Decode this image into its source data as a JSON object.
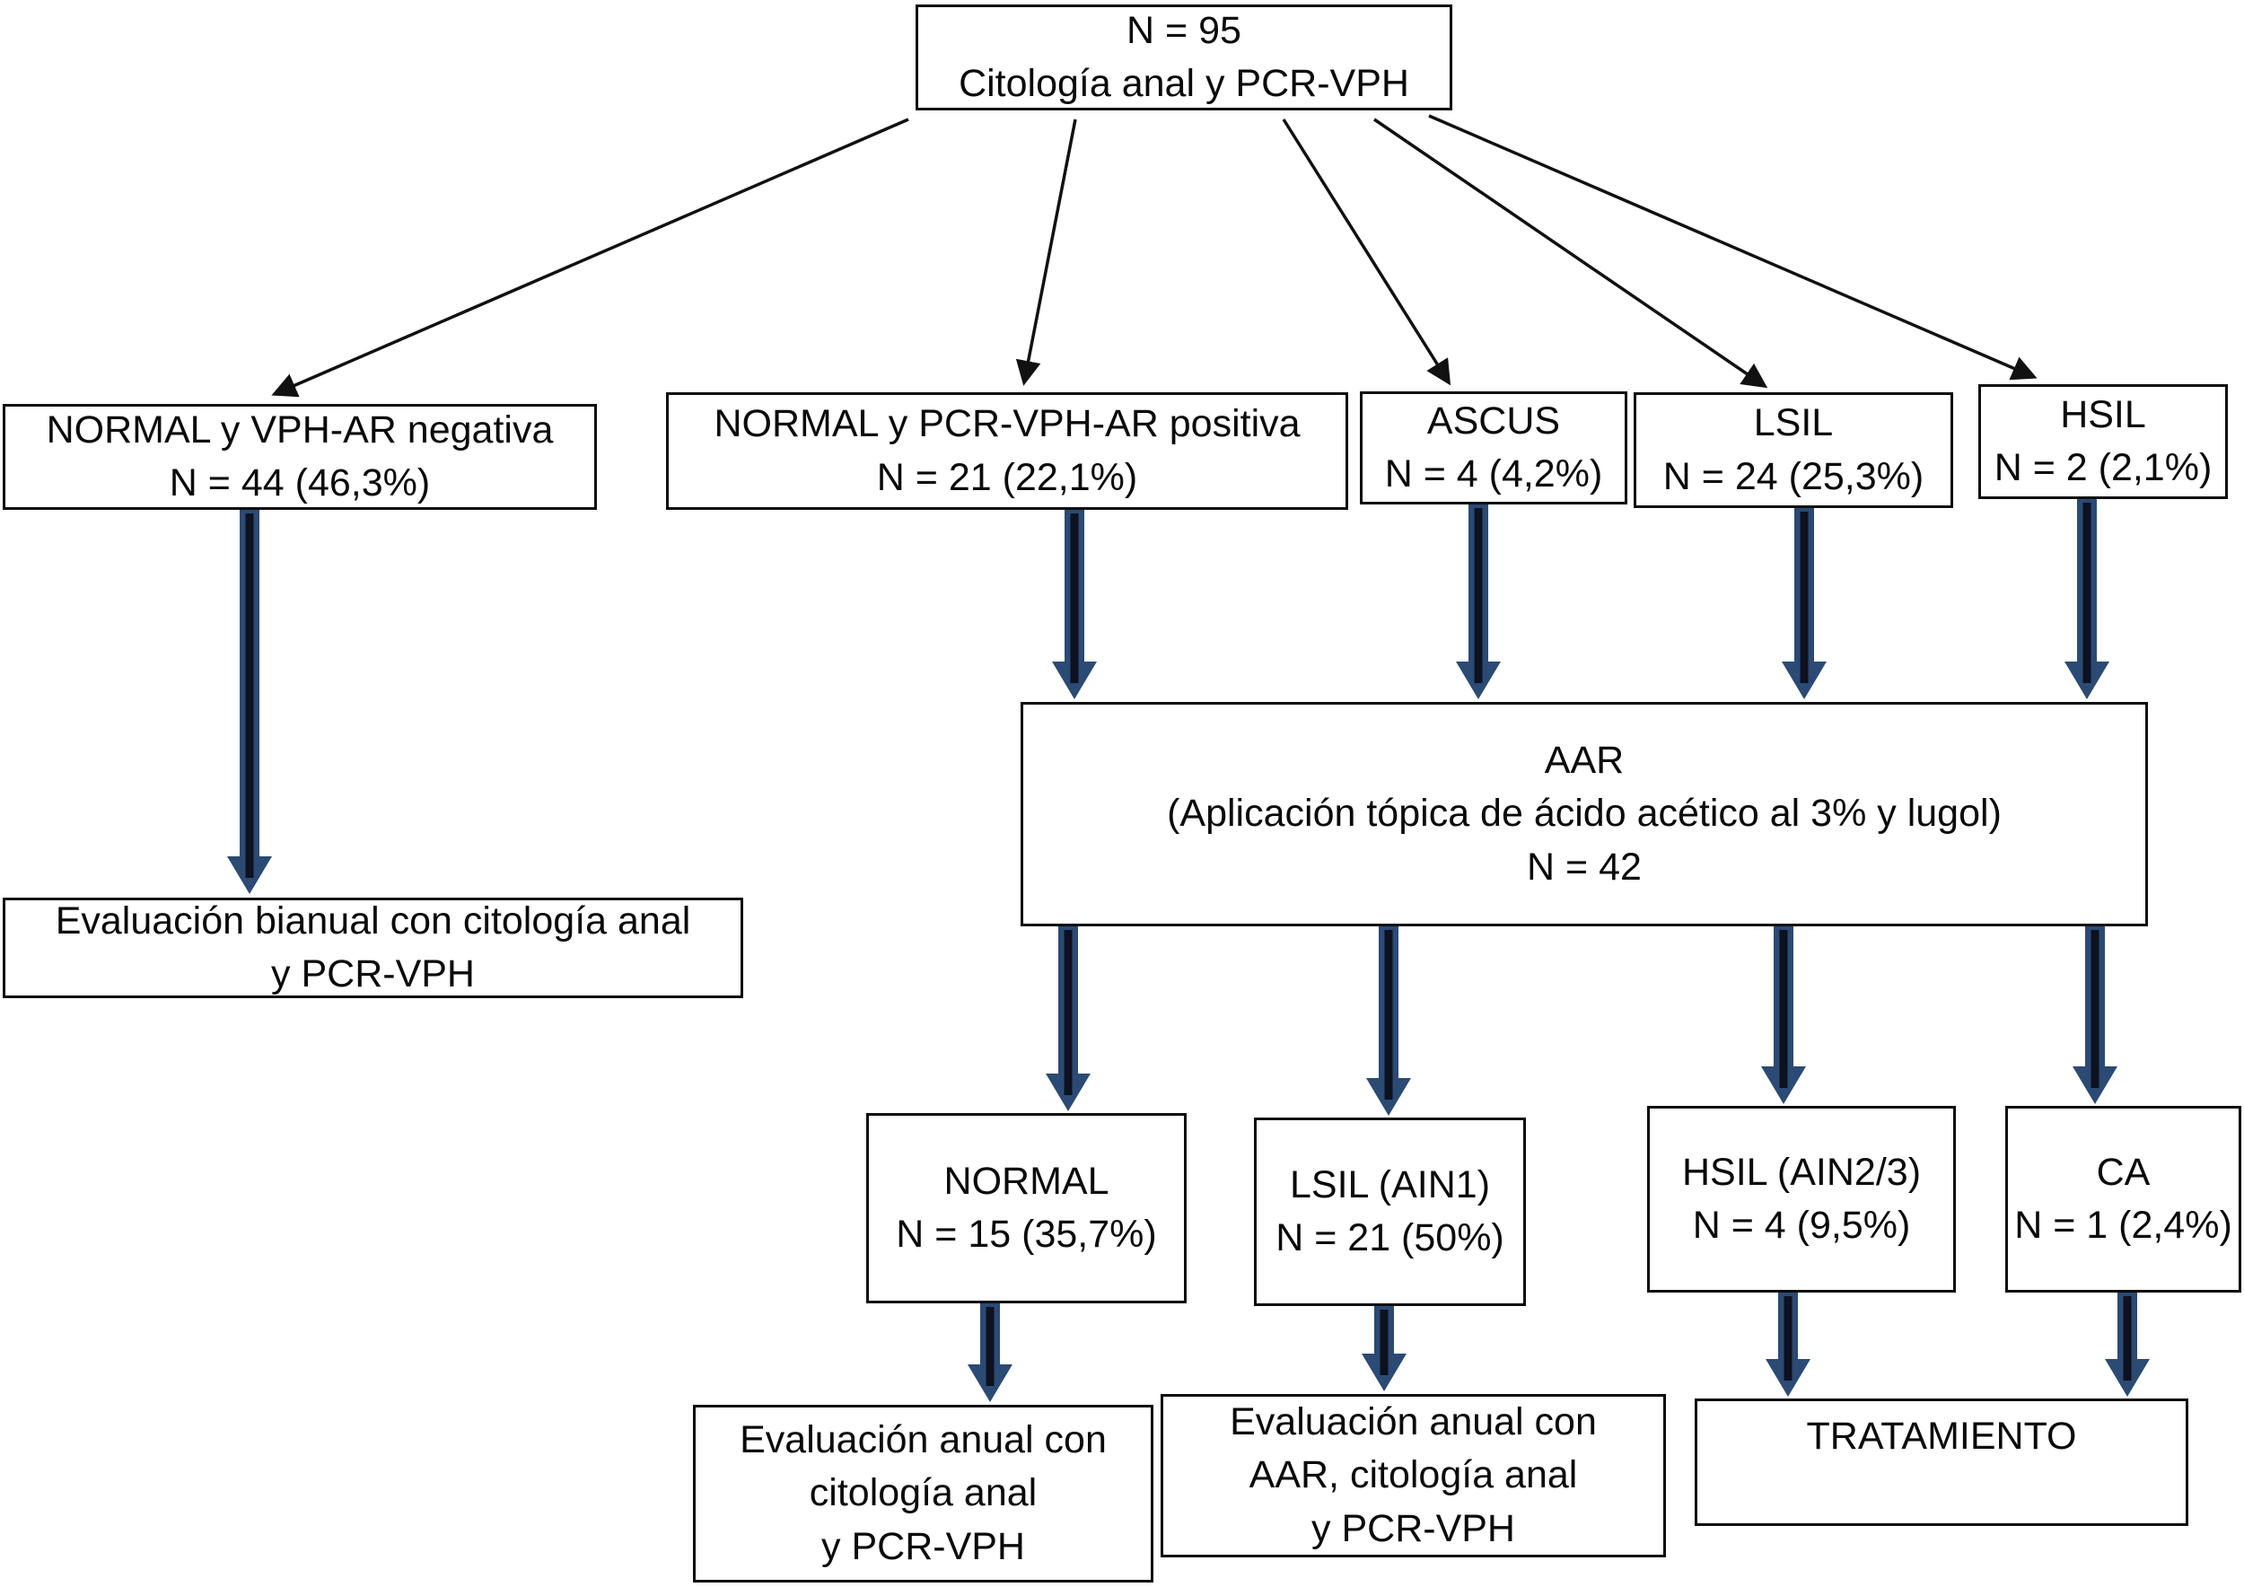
{
  "diagram": {
    "root": {
      "line1": "N = 95",
      "line2": "Citología anal y PCR-VPH"
    },
    "level1": {
      "normal_vph_negative": {
        "line1": "NORMAL y VPH-AR negativa",
        "line2": "N = 44 (46,3%)"
      },
      "normal_pcr_positive": {
        "line1": "NORMAL y PCR-VPH-AR positiva",
        "line2": "N = 21 (22,1%)"
      },
      "ascus": {
        "line1": "ASCUS",
        "line2": "N = 4 (4,2%)"
      },
      "lsil": {
        "line1": "LSIL",
        "line2": "N = 24 (25,3%)"
      },
      "hsil": {
        "line1": "HSIL",
        "line2": "N = 2 (2,1%)"
      }
    },
    "aar": {
      "line1": "AAR",
      "line2": "(Aplicación tópica de ácido acético al 3% y lugol)",
      "line3": "N = 42"
    },
    "biannual_eval": {
      "line1": "Evaluación bianual con citología anal",
      "line2": "y PCR-VPH"
    },
    "level2": {
      "normal": {
        "line1": "NORMAL",
        "line2": "N = 15 (35,7%)"
      },
      "lsil_ain1": {
        "line1": "LSIL (AIN1)",
        "line2": "N = 21 (50%)"
      },
      "hsil_ain23": {
        "line1": "HSIL (AIN2/3)",
        "line2": "N = 4 (9,5%)"
      },
      "ca": {
        "line1": "CA",
        "line2": "N = 1 (2,4%)"
      }
    },
    "outcomes": {
      "annual_cytology": {
        "line1": "Evaluación anual con",
        "line2": "citología anal",
        "line3": "y PCR-VPH"
      },
      "annual_aar": {
        "line1": "Evaluación anual con",
        "line2": "AAR, citología anal",
        "line3": "y PCR-VPH"
      },
      "treatment": {
        "line1": "TRATAMIENTO"
      }
    },
    "colors": {
      "arrow_fill": "#2B4A74",
      "arrow_core": "#0D1120",
      "line_color": "#111111"
    }
  }
}
